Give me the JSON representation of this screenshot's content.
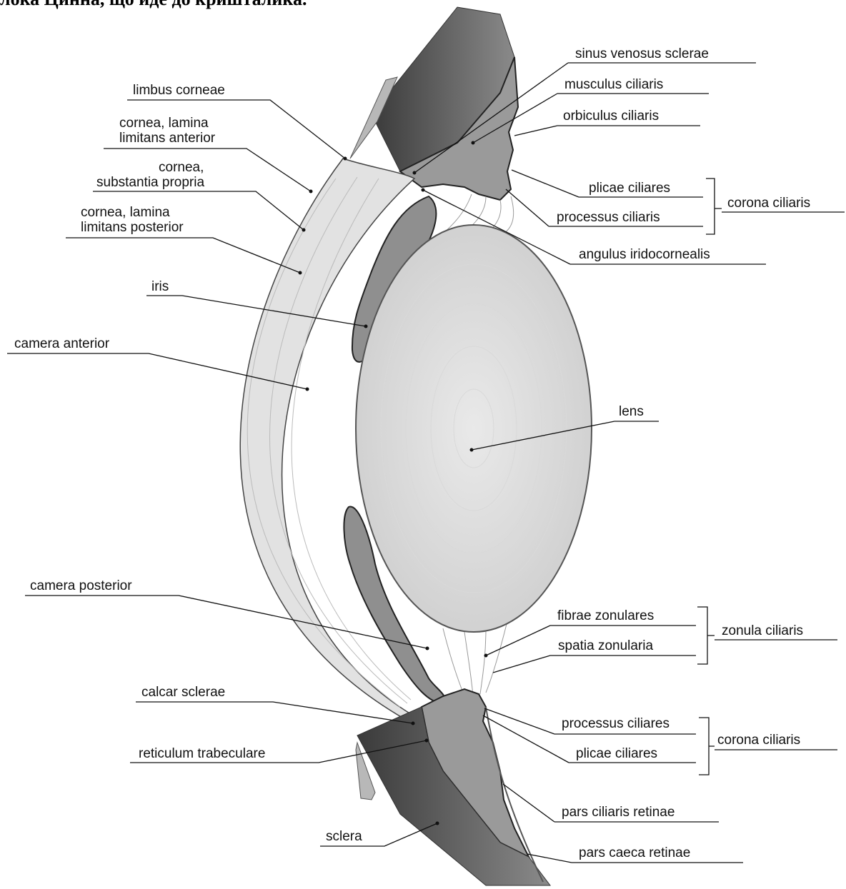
{
  "header_fragment": "лока Цинна, що йде до кришталика.",
  "labels": {
    "sinus_venosus_sclerae": "sinus venosus sclerae",
    "musculus_ciliaris": "musculus ciliaris",
    "orbiculus_ciliaris": "orbiculus ciliaris",
    "limbus_corneae": "limbus corneae",
    "cornea_lamina_anterior_1": "cornea, lamina",
    "cornea_lamina_anterior_2": "limitans anterior",
    "cornea_substantia_1": "cornea,",
    "cornea_substantia_2": "substantia propria",
    "cornea_lamina_posterior_1": "cornea, lamina",
    "cornea_lamina_posterior_2": "limitans posterior",
    "plicae_ciliares_top": "plicae ciliares",
    "processus_ciliaris_top": "processus ciliaris",
    "corona_ciliaris_top": "corona ciliaris",
    "angulus_iridocornealis": "angulus iridocornealis",
    "iris": "iris",
    "camera_anterior": "camera anterior",
    "lens": "lens",
    "camera_posterior": "camera posterior",
    "fibrae_zonulares": "fibrae zonulares",
    "spatia_zonularia": "spatia zonularia",
    "zonula_ciliaris": "zonula ciliaris",
    "calcar_sclerae": "calcar sclerae",
    "processus_ciliares_bottom": "processus ciliares",
    "corona_ciliaris_bottom": "corona ciliaris",
    "plicae_ciliares_bottom": "plicae ciliares",
    "reticulum_trabeculare": "reticulum trabeculare",
    "pars_ciliaris_retinae": "pars ciliaris retinae",
    "sclera": "sclera",
    "pars_caeca_retinae": "pars caeca retinae"
  }
}
